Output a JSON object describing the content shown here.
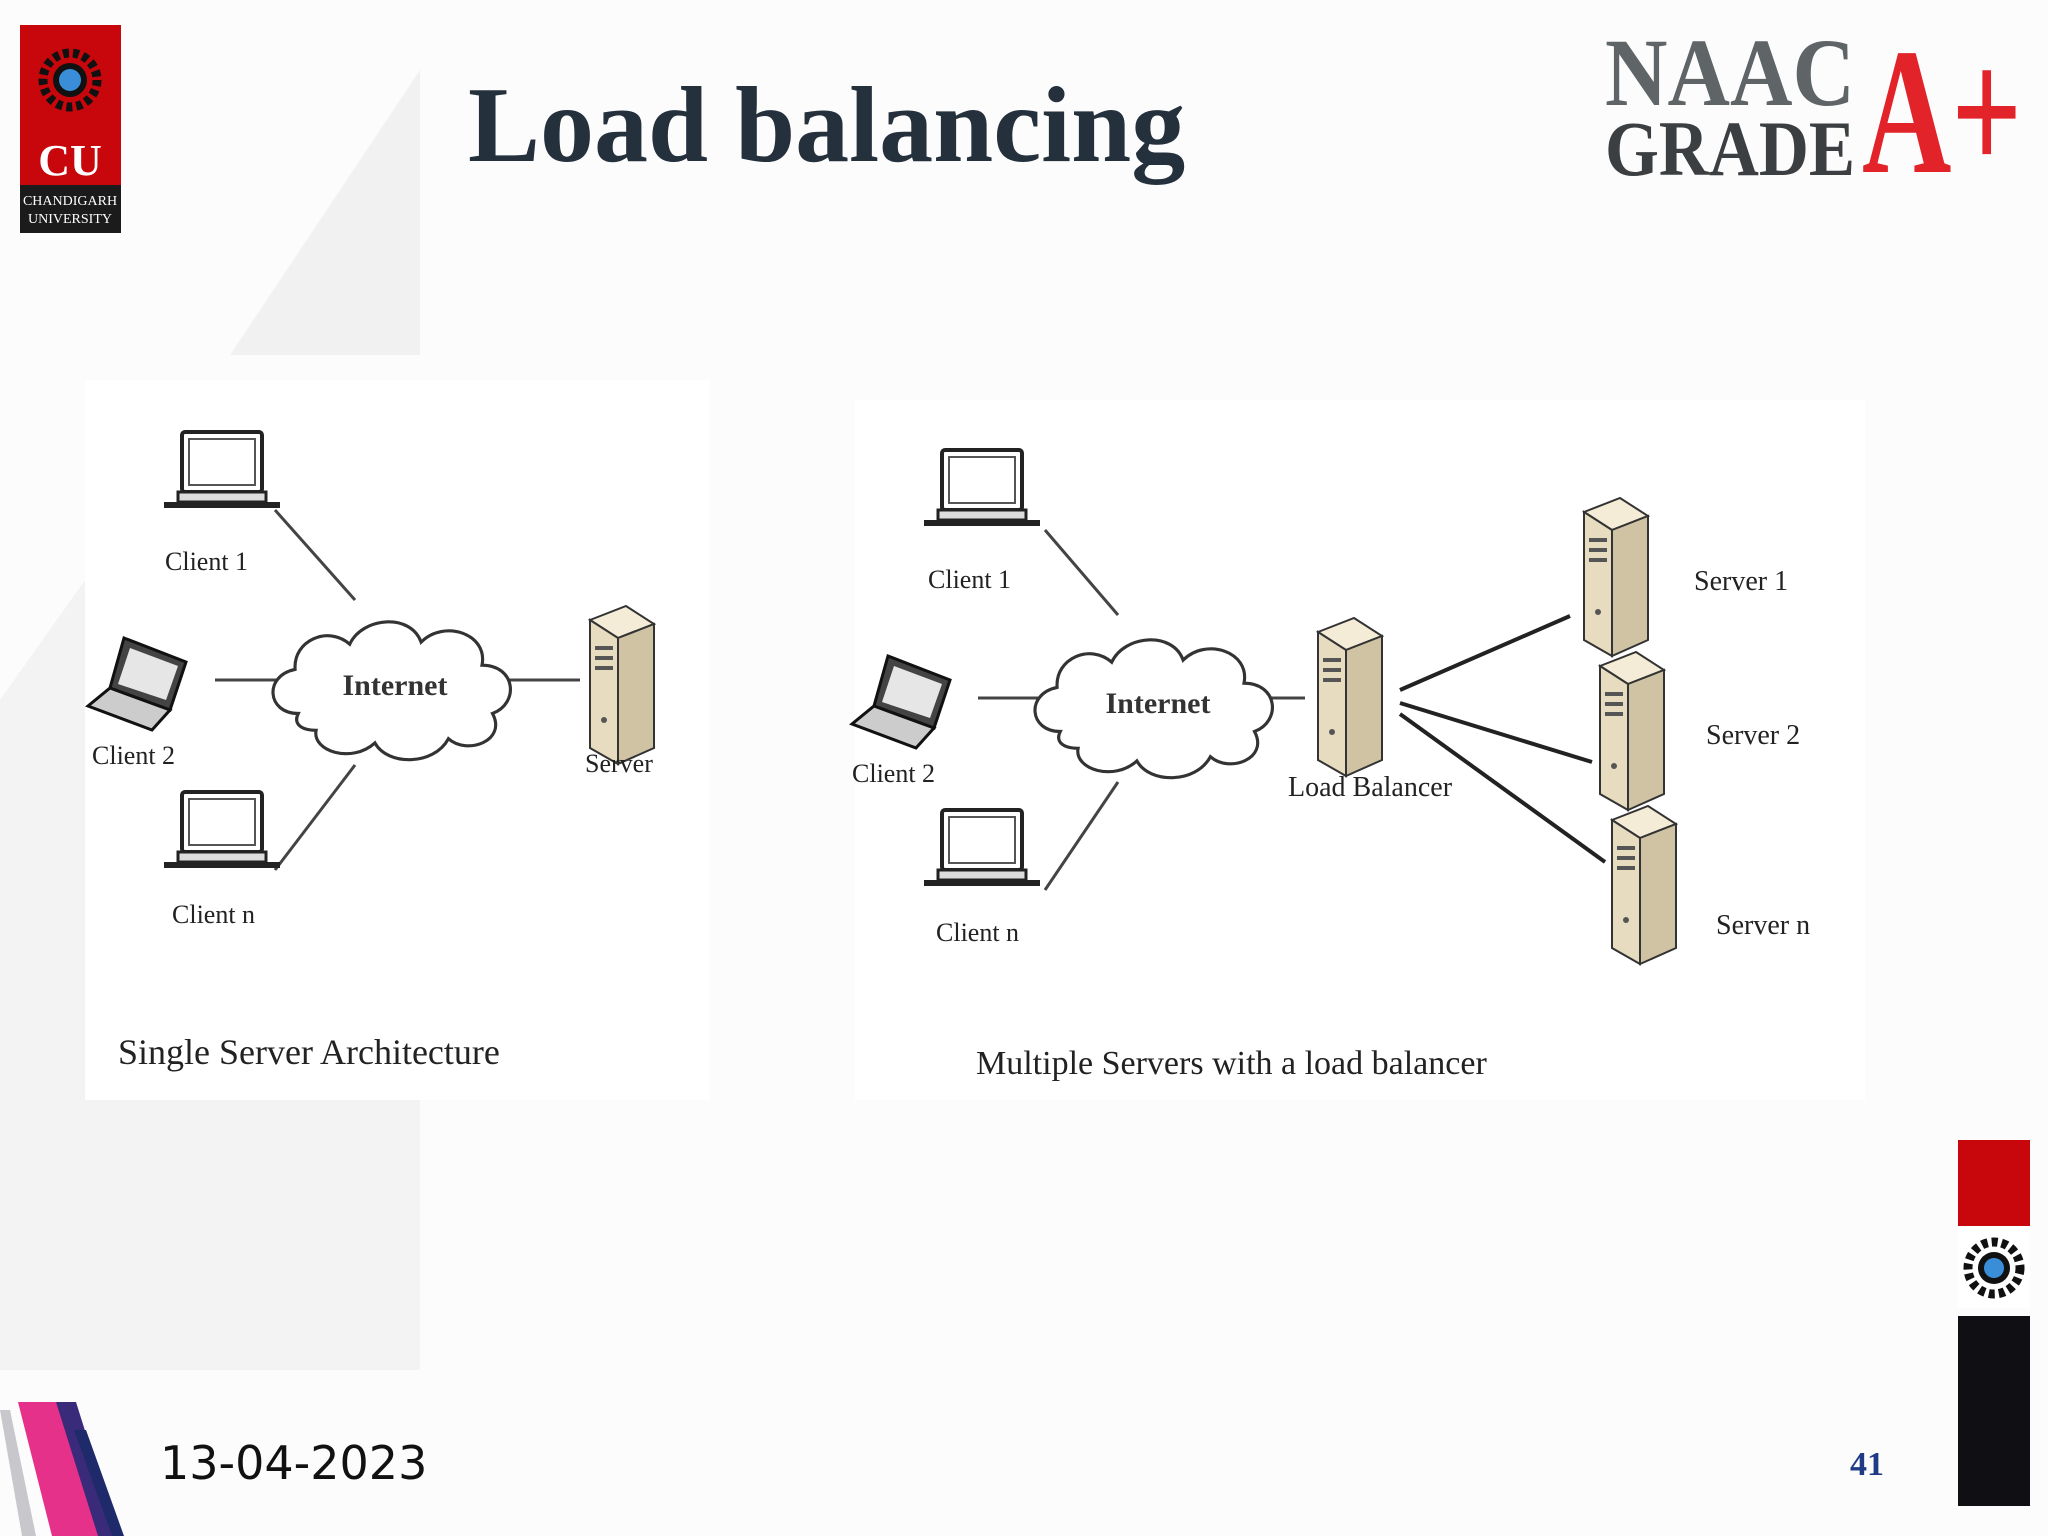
{
  "slide": {
    "title": "Load balancing",
    "date": "13-04-2023",
    "page_number": "41"
  },
  "logos": {
    "university_mark": "CU",
    "university_name_line1": "CHANDIGARH",
    "university_name_line2": "UNIVERSITY",
    "accreditation_line1": "NAAC",
    "accreditation_line2": "GRADE",
    "accreditation_grade": "A+"
  },
  "colors": {
    "title": "#24303c",
    "brand_red": "#c8070c",
    "naac_gray": "#5f6467",
    "naac_red": "#e2232a",
    "page_number": "#1f3b86",
    "server_fill": "#e8dcc0"
  },
  "single_server": {
    "caption": "Single Server Architecture",
    "clients": [
      "Client 1",
      "Client 2",
      "Client n"
    ],
    "network": "Internet",
    "server": "Server"
  },
  "multi_server": {
    "caption": "Multiple Servers with a load balancer",
    "clients": [
      "Client 1",
      "Client 2",
      "Client n"
    ],
    "network": "Internet",
    "balancer": "Load Balancer",
    "servers": [
      "Server 1",
      "Server 2",
      "Server n"
    ]
  }
}
